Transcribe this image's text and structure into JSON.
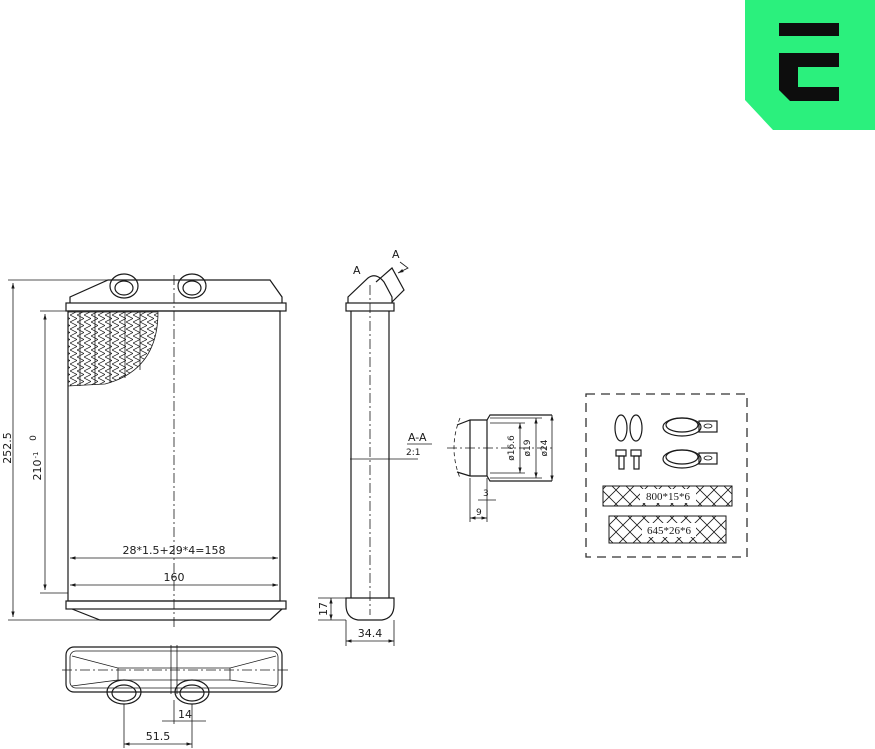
{
  "logo": {
    "name": "E brand mark",
    "color": "#2bf07d",
    "glyph_color": "#0d0d0d"
  },
  "front_view": {
    "dim_overall_height": "252.5",
    "dim_core_height": "210",
    "dim_core_height_tol_upper": "0",
    "dim_core_height_tol_lower": "-1",
    "dim_fin_formula": "28*1.5+29*4=158",
    "dim_core_width": "160"
  },
  "side_view": {
    "section_mark_left": "A",
    "section_mark_right": "A",
    "section_label": "A-A",
    "section_scale": "2:1",
    "dim_tank_height": "17",
    "dim_depth": "34.4"
  },
  "section_detail": {
    "dim_inner_diameter": "ø16.6",
    "dim_mid_diameter": "ø19",
    "dim_outer_diameter": "ø24",
    "dim_lip": "3",
    "dim_length": "9"
  },
  "bottom_view": {
    "dim_pipe_offset": "14",
    "dim_pipe_spacing": "51.5"
  },
  "accessory_kit": {
    "items": [
      "o-rings x2",
      "bolts x2",
      "clamps x2"
    ],
    "foam_strip_1": "800*15*6",
    "foam_strip_2": "645*26*6"
  }
}
